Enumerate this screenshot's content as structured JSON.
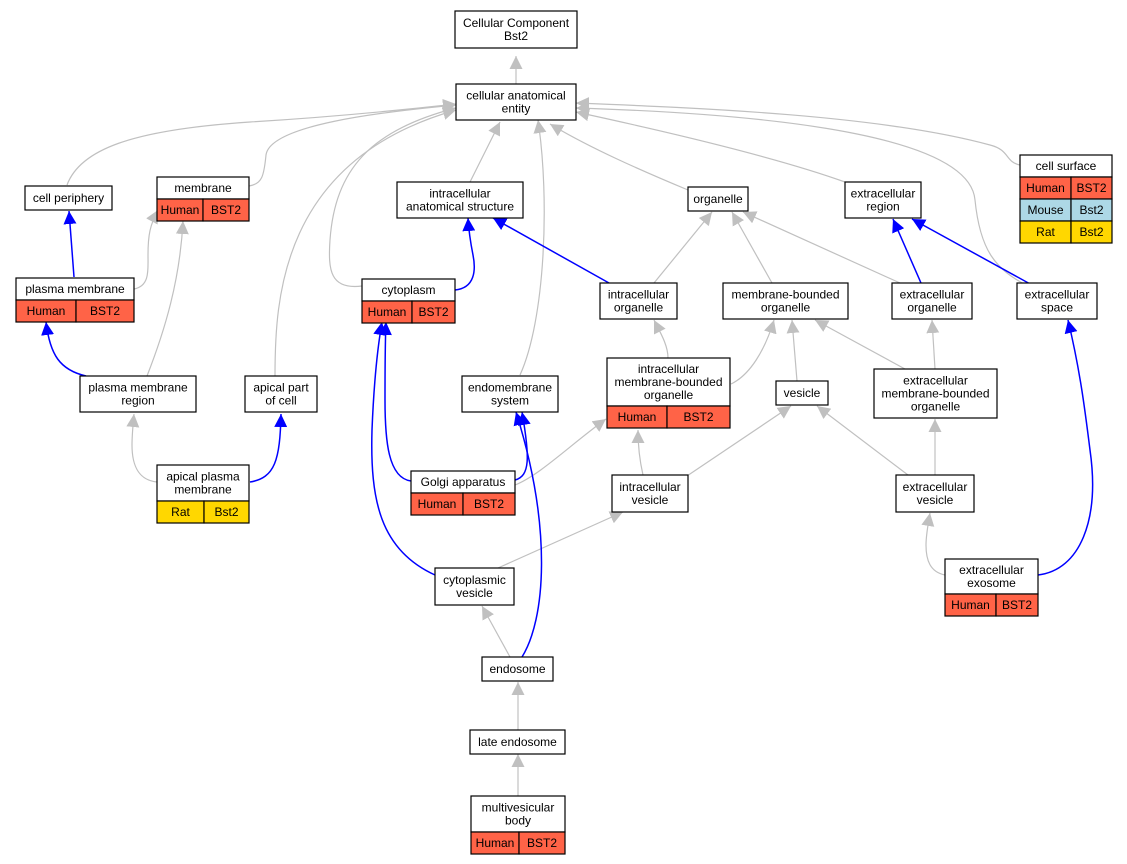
{
  "colors": {
    "human": "#ff6347",
    "mouse": "#add8e6",
    "rat": "#ffd700",
    "is_a_edge": "#c0c0c0",
    "part_of_edge": "#0000ff"
  },
  "nodes": {
    "cellular_component": {
      "lines": [
        "Cellular Component",
        "Bst2"
      ]
    },
    "cellular_anatomical_entity": {
      "lines": [
        "cellular anatomical",
        "entity"
      ]
    },
    "cell_periphery": {
      "lines": [
        "cell periphery"
      ]
    },
    "membrane": {
      "lines": [
        "membrane"
      ],
      "species": [
        {
          "name": "Human",
          "gene": "BST2"
        }
      ]
    },
    "intracellular_anatomical_structure": {
      "lines": [
        "intracellular",
        "anatomical structure"
      ]
    },
    "organelle": {
      "lines": [
        "organelle"
      ]
    },
    "extracellular_region": {
      "lines": [
        "extracellular",
        "region"
      ]
    },
    "cell_surface": {
      "lines": [
        "cell surface"
      ],
      "species": [
        {
          "name": "Human",
          "gene": "BST2"
        },
        {
          "name": "Mouse",
          "gene": "Bst2"
        },
        {
          "name": "Rat",
          "gene": "Bst2"
        }
      ]
    },
    "plasma_membrane": {
      "lines": [
        "plasma membrane"
      ],
      "species": [
        {
          "name": "Human",
          "gene": "BST2"
        }
      ]
    },
    "cytoplasm": {
      "lines": [
        "cytoplasm"
      ],
      "species": [
        {
          "name": "Human",
          "gene": "BST2"
        }
      ]
    },
    "intracellular_organelle": {
      "lines": [
        "intracellular",
        "organelle"
      ]
    },
    "membrane_bounded_organelle": {
      "lines": [
        "membrane-bounded",
        "organelle"
      ]
    },
    "extracellular_organelle": {
      "lines": [
        "extracellular",
        "organelle"
      ]
    },
    "extracellular_space": {
      "lines": [
        "extracellular",
        "space"
      ]
    },
    "plasma_membrane_region": {
      "lines": [
        "plasma membrane",
        "region"
      ]
    },
    "apical_part_of_cell": {
      "lines": [
        "apical part",
        "of cell"
      ]
    },
    "endomembrane_system": {
      "lines": [
        "endomembrane",
        "system"
      ]
    },
    "intracellular_mb_organelle": {
      "lines": [
        "intracellular",
        "membrane-bounded",
        "organelle"
      ],
      "species": [
        {
          "name": "Human",
          "gene": "BST2"
        }
      ]
    },
    "vesicle": {
      "lines": [
        "vesicle"
      ]
    },
    "extracellular_mb_organelle": {
      "lines": [
        "extracellular",
        "membrane-bounded",
        "organelle"
      ]
    },
    "apical_plasma_membrane": {
      "lines": [
        "apical plasma",
        "membrane"
      ],
      "species": [
        {
          "name": "Rat",
          "gene": "Bst2"
        }
      ]
    },
    "golgi_apparatus": {
      "lines": [
        "Golgi apparatus"
      ],
      "species": [
        {
          "name": "Human",
          "gene": "BST2"
        }
      ]
    },
    "intracellular_vesicle": {
      "lines": [
        "intracellular",
        "vesicle"
      ]
    },
    "extracellular_vesicle": {
      "lines": [
        "extracellular",
        "vesicle"
      ]
    },
    "cytoplasmic_vesicle": {
      "lines": [
        "cytoplasmic",
        "vesicle"
      ]
    },
    "extracellular_exosome": {
      "lines": [
        "extracellular",
        "exosome"
      ],
      "species": [
        {
          "name": "Human",
          "gene": "BST2"
        }
      ]
    },
    "endosome": {
      "lines": [
        "endosome"
      ]
    },
    "late_endosome": {
      "lines": [
        "late endosome"
      ]
    },
    "multivesicular_body": {
      "lines": [
        "multivesicular",
        "body"
      ],
      "species": [
        {
          "name": "Human",
          "gene": "BST2"
        }
      ]
    }
  }
}
